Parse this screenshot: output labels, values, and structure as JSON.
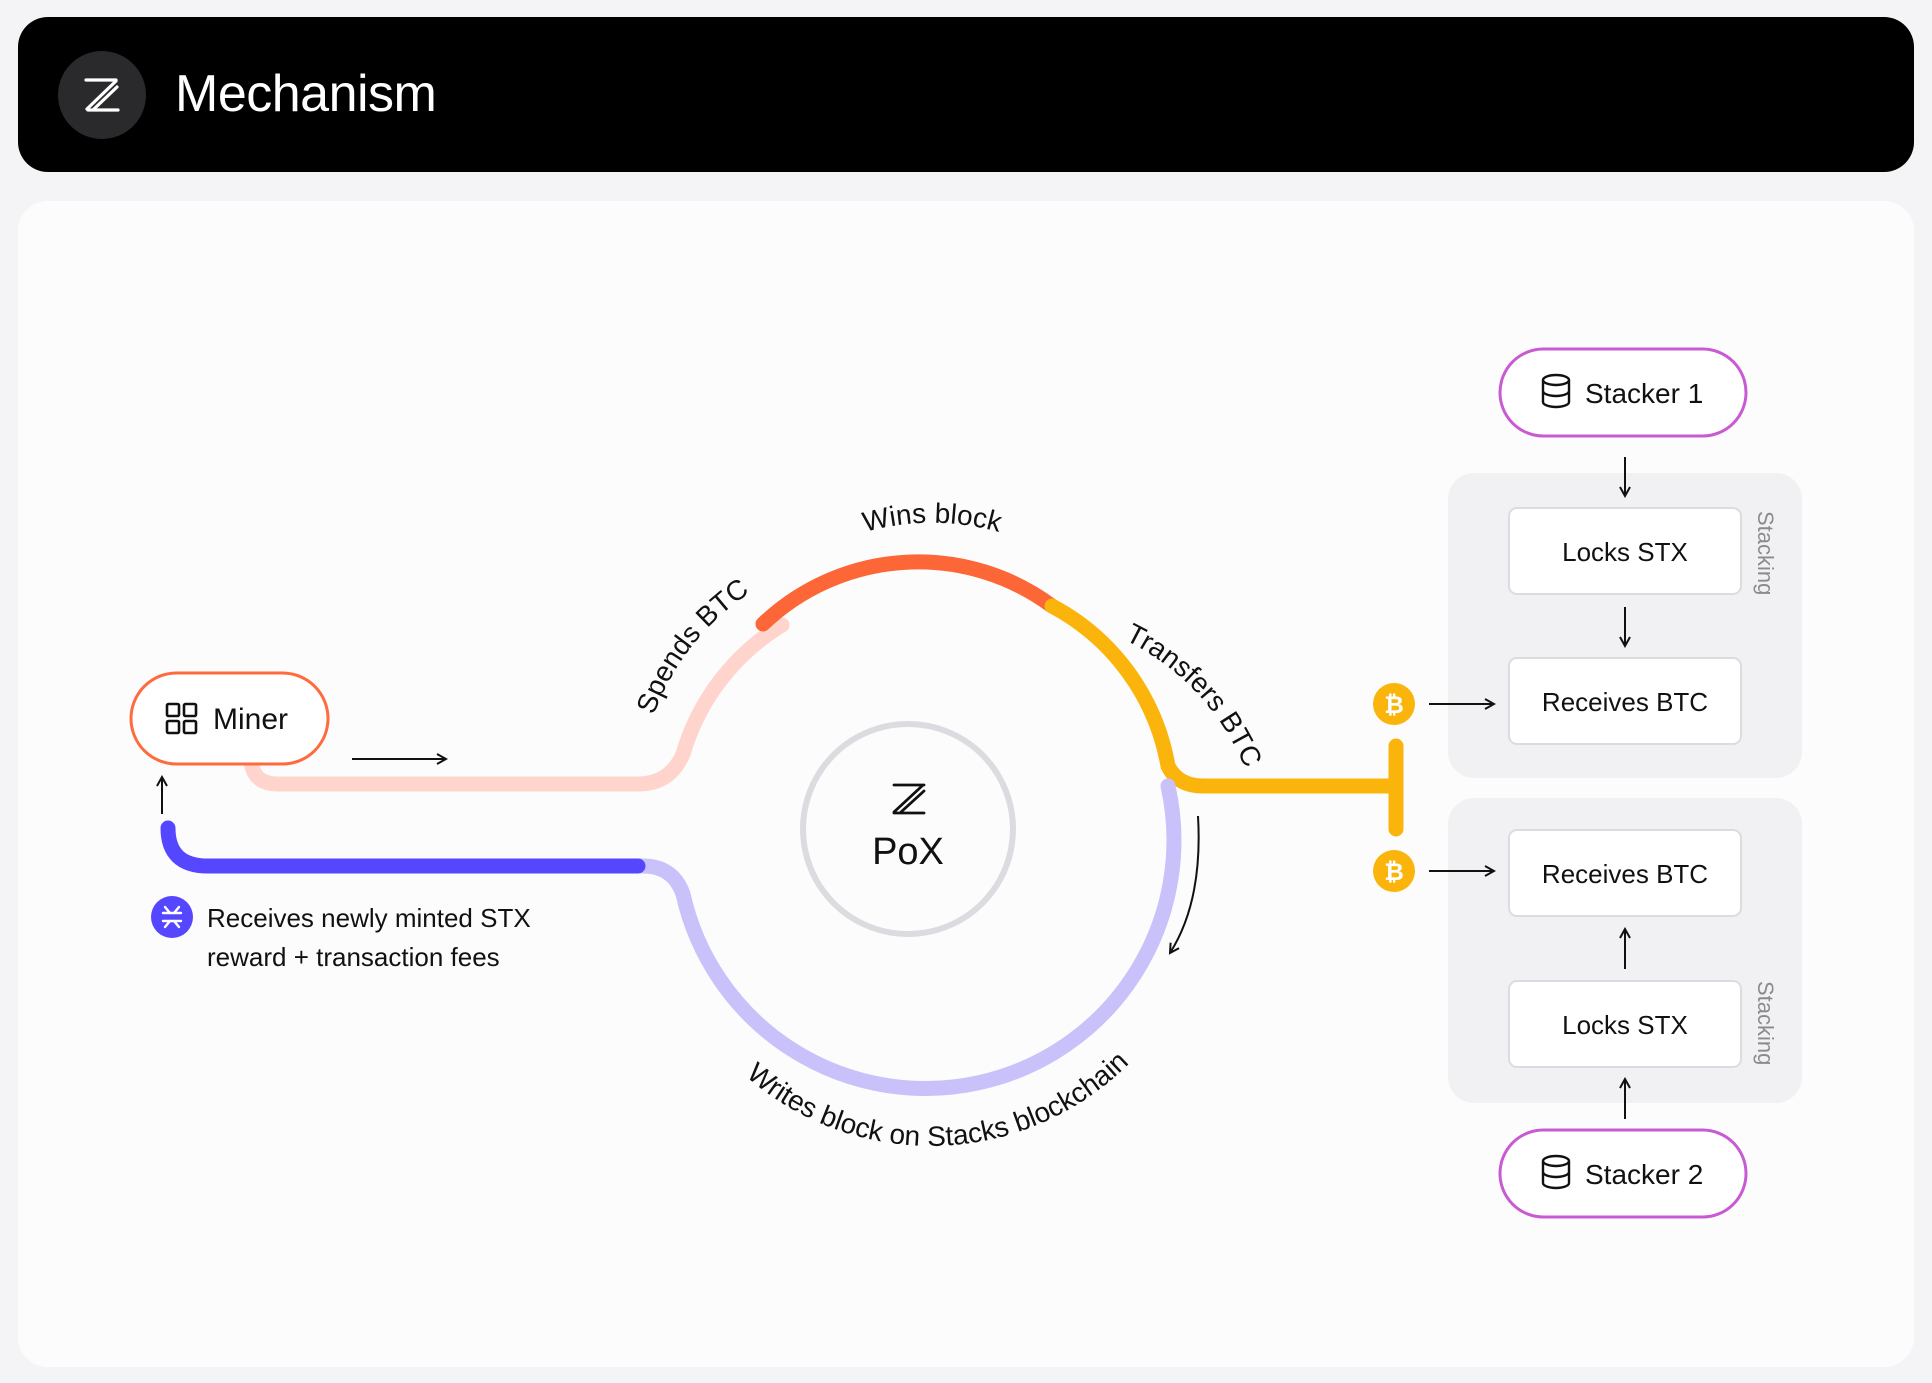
{
  "header": {
    "title": "Mechanism",
    "logo_icon": "stacks-logo-icon"
  },
  "center": {
    "label": "PoX",
    "icon": "stacks-logo-icon"
  },
  "arcs": {
    "spends": "Spends BTC",
    "wins": "Wins block",
    "transfers": "Transfers BTC",
    "writes": "Writes block on Stacks blockchain"
  },
  "miner": {
    "label": "Miner",
    "icon": "grid-icon",
    "reward_line1": "Receives newly minted STX",
    "reward_line2": "reward + transaction fees",
    "reward_icon": "stx-token-icon"
  },
  "stacker1": {
    "label": "Stacker 1",
    "icon": "database-icon",
    "group_label": "Stacking",
    "locks": "Locks STX",
    "receives": "Receives BTC"
  },
  "stacker2": {
    "label": "Stacker 2",
    "icon": "database-icon",
    "group_label": "Stacking",
    "locks": "Locks STX",
    "receives": "Receives BTC"
  },
  "btc_icon": "bitcoin-icon",
  "colors": {
    "header_bg": "#000000",
    "miner_border": "#ff6b3d",
    "spends": "#ffd4cc",
    "wins": "#fd6637",
    "transfers": "#fbb40c",
    "writes": "#c9c1fa",
    "reward": "#5546ff",
    "stacker_border": "#c85bd3",
    "pox_ring": "#dcdce0"
  }
}
